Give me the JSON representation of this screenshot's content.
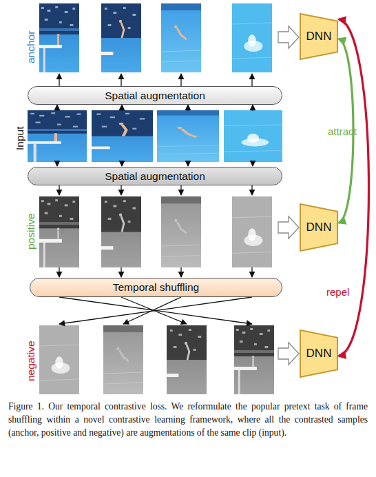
{
  "diagram": {
    "caption": "Figure 1. Our temporal contrastive loss. We reformulate the popular pretext task of frame shuffling within a novel contrastive learning framework, where all the contrasted samples (anchor, positive and negative) are augmentations of the same clip (input).",
    "nodes": [
      {
        "text": [
          "DNN"
        ]
      },
      {
        "text": [
          "Spatial augmentation"
        ]
      },
      {
        "text": [
          "Spatial augmentation"
        ]
      },
      {
        "text": [
          "DNN"
        ]
      },
      {
        "text": [
          "Temporal shuffling"
        ]
      },
      {
        "text": [
          "DNN"
        ]
      }
    ],
    "edges": [
      {
        "from": 0,
        "to": 3,
        "arrow": "both",
        "label": "attract"
      },
      {
        "from": 0,
        "to": 5,
        "arrow": "both",
        "label": "repel"
      }
    ],
    "labels": [
      "anchor",
      "Input",
      "positive",
      "negative"
    ]
  }
}
